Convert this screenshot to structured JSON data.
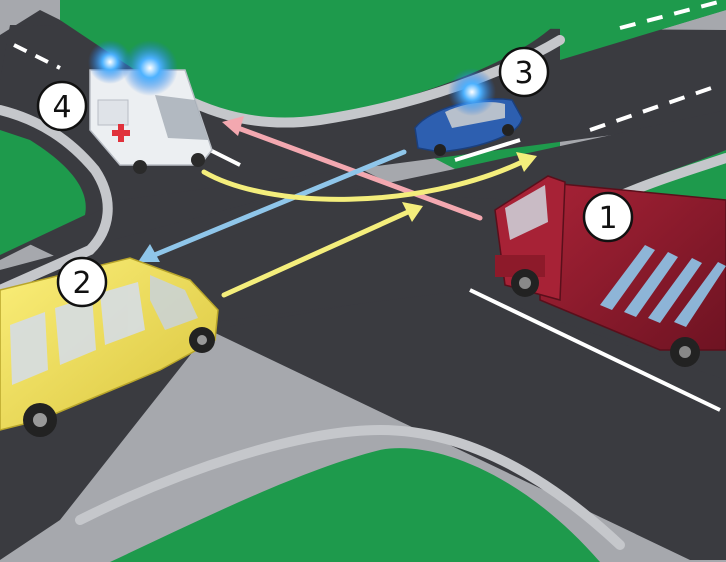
{
  "vehicles": {
    "truck": {
      "number": "1"
    },
    "minibus": {
      "number": "2"
    },
    "car": {
      "number": "3"
    },
    "ambulance": {
      "number": "4"
    }
  },
  "colors": {
    "grass": "#1e9a4c",
    "asphalt": "#3a3b40",
    "sidewalk": "#a6a8ad",
    "lane_marking": "#ffffff",
    "arrow_yellow": "#f4ee7c",
    "arrow_pink": "#f3a8b0",
    "arrow_blue": "#8fc6ea",
    "beacon_blue": "#1a8cff",
    "truck_red": "#8b1a2b",
    "bus_yellow": "#f2e35e",
    "car_blue": "#2d5fb0",
    "ambulance_white": "#eceff2"
  },
  "icons": [
    "flashing-beacon-icon",
    "red-cross-icon"
  ]
}
